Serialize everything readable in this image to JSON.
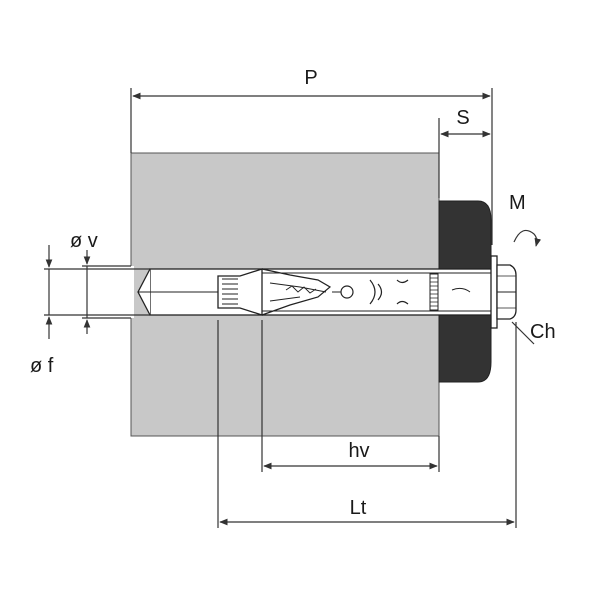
{
  "labels": {
    "P": "P",
    "S": "S",
    "M": "M",
    "Ch": "Ch",
    "phi_v": "ø v",
    "phi_f": "ø f",
    "hv": "hv",
    "Lt": "Lt"
  },
  "colors": {
    "substrate": "#c8c8c8",
    "fixture": "#333333",
    "line": "#222222",
    "background": "#ffffff"
  }
}
